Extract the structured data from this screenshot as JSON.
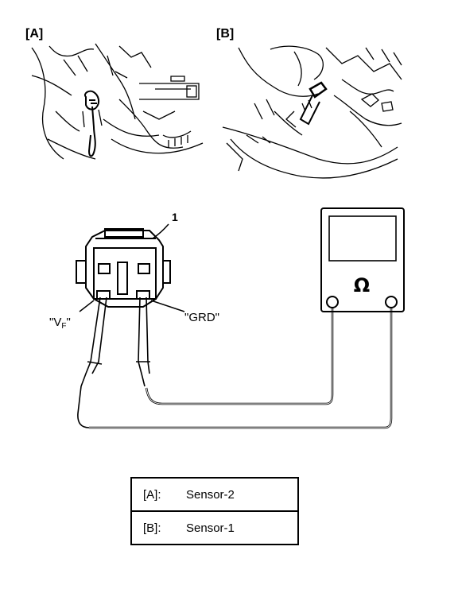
{
  "views": {
    "a_label": "[A]",
    "b_label": "[B]"
  },
  "diagram": {
    "connector_number": "1",
    "terminal_vf": "\"VF\"",
    "terminal_vf_main": "\"V",
    "terminal_vf_sub": "F",
    "terminal_vf_close": "\"",
    "terminal_grd": "\"GRD\"",
    "meter_symbol": "Ω"
  },
  "legend": {
    "rows": [
      {
        "code": "[A]:",
        "text": "Sensor-2"
      },
      {
        "code": "[B]:",
        "text": "Sensor-1"
      }
    ]
  }
}
